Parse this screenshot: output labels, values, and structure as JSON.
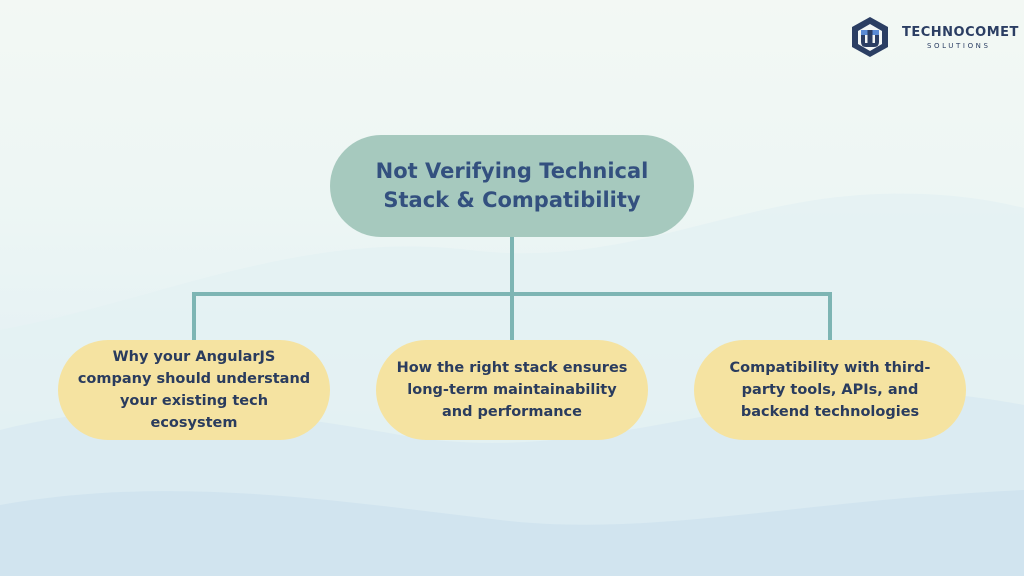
{
  "brand": {
    "name": "TECHNOCOMET",
    "subtitle": "SOLUTIONS",
    "logo_icon": "technocomet-logo-icon",
    "colors": {
      "navy": "#2b3e63",
      "accent_blue": "#5a8bd4"
    }
  },
  "diagram": {
    "root": {
      "label": "Not Verifying Technical Stack & Compatibility"
    },
    "children": [
      {
        "label": "Why your AngularJS company should understand your existing tech ecosystem"
      },
      {
        "label": "How the right stack ensures long-term maintainability and performance"
      },
      {
        "label": "Compatibility with third-party tools, APIs, and backend technologies"
      }
    ],
    "colors": {
      "root_fill": "#a6c9be",
      "child_fill": "#f5e3a1",
      "connector": "#7db5b3",
      "root_text": "#33507f",
      "child_text": "#2a3c5e"
    }
  }
}
